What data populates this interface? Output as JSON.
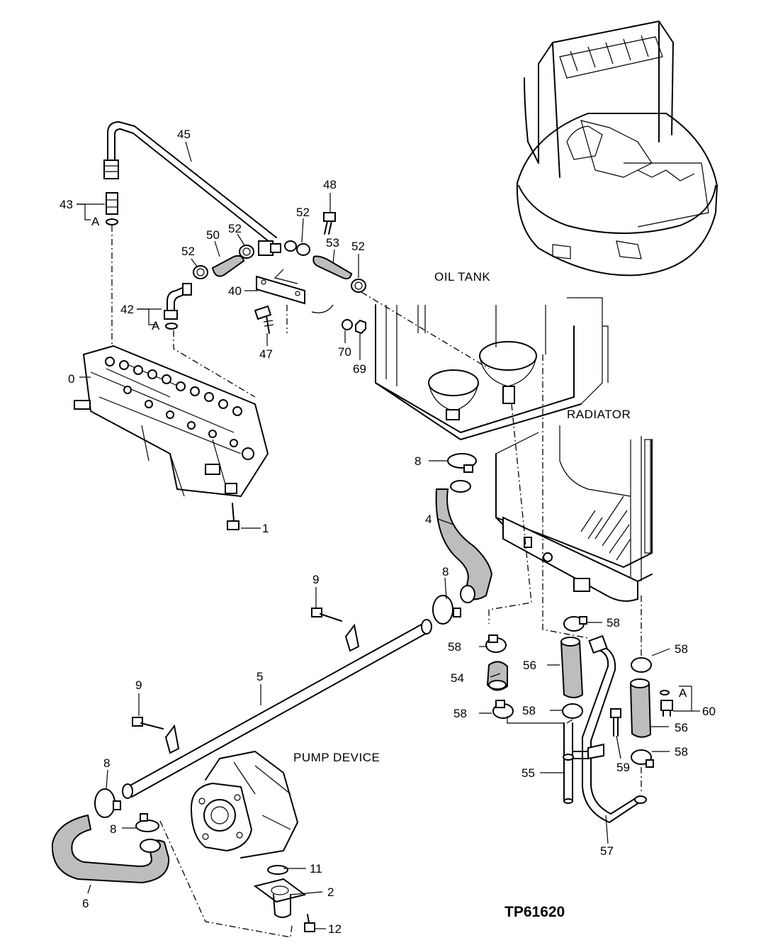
{
  "section_labels": {
    "oil_tank": "OIL TANK",
    "radiator": "RADIATOR",
    "pump_device": "PUMP DEVICE"
  },
  "drawing_code": "TP61620",
  "callouts": {
    "c0": "0",
    "c1": "1",
    "c2": "2",
    "c4": "4",
    "c5": "5",
    "c6": "6",
    "c8a": "8",
    "c8b": "8",
    "c8c": "8",
    "c8d": "8",
    "c9a": "9",
    "c9b": "9",
    "c11": "11",
    "c12": "12",
    "c40": "40",
    "c42": "42",
    "c43": "43",
    "c45": "45",
    "c47": "47",
    "c48": "48",
    "c50": "50",
    "c52a": "52",
    "c52b": "52",
    "c52c": "52",
    "c52d": "52",
    "c53": "53",
    "c54": "54",
    "c55": "55",
    "c56a": "56",
    "c56b": "56",
    "c57": "57",
    "c58a": "58",
    "c58b": "58",
    "c58c": "58",
    "c58d": "58",
    "c58e": "58",
    "c58f": "58",
    "c59": "59",
    "c60": "60",
    "c69": "69",
    "c70": "70"
  },
  "ref_marks": {
    "a1": "A",
    "a2": "A",
    "a3": "A"
  }
}
